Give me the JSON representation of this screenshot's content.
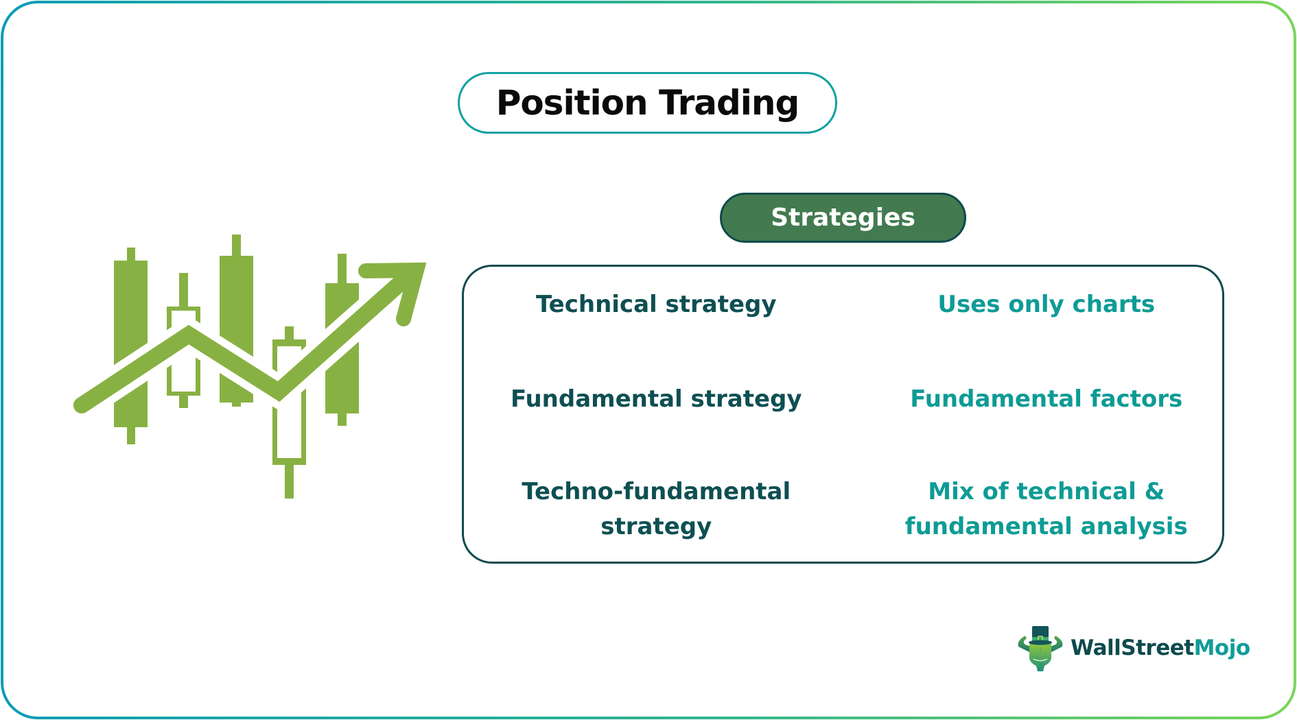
{
  "title": "Position Trading",
  "section_label": "Strategies",
  "strategies": [
    {
      "name_lines": [
        "Technical strategy"
      ],
      "description_lines": [
        "Uses only charts"
      ]
    },
    {
      "name_lines": [
        "Fundamental strategy"
      ],
      "description_lines": [
        "Fundamental factors"
      ]
    },
    {
      "name_lines": [
        "Techno-fundamental",
        "strategy"
      ],
      "description_lines": [
        "Mix of technical &",
        "fundamental analysis"
      ]
    }
  ],
  "illustration": {
    "icon": "candlestick-chart-uptrend-icon",
    "color": "#88b143"
  },
  "logo": {
    "icon": "bull-top-hat-logo-icon",
    "text_part1": "WallStreet",
    "text_part2": "Mojo"
  },
  "colors": {
    "frame_gradient_start": "#0d9db5",
    "frame_gradient_end": "#7ad55a",
    "title_border": "#12a0a0",
    "pill_fill": "#437a50",
    "pill_border": "#0d4a4c",
    "box_border": "#0f4a4d",
    "strategy_name": "#0e4f52",
    "strategy_desc": "#0e9b95",
    "icon_green": "#88b143"
  }
}
